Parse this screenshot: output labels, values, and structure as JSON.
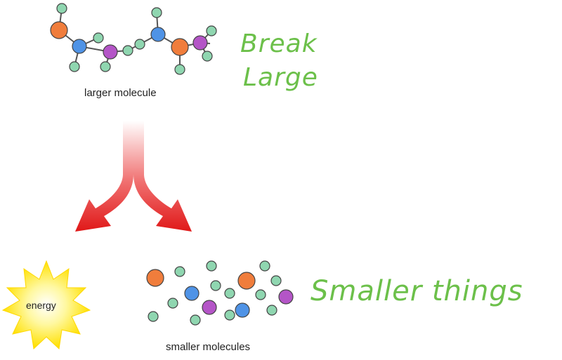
{
  "labels": {
    "larger_molecule": "larger molecule",
    "smaller_molecules": "smaller molecules",
    "energy": "energy"
  },
  "annotations": {
    "note_top_line1": "Break",
    "note_top_line2": "Large",
    "note_bottom": "Smaller things"
  },
  "colors": {
    "atom_green": "#8fd6b0",
    "atom_blue": "#4f93e6",
    "atom_orange": "#f07d3c",
    "atom_purple": "#b455c7",
    "bond": "#555555",
    "arrow_red": "#e02020",
    "annotation_green": "#6cc04a",
    "sun_yellow": "#ffe600"
  }
}
